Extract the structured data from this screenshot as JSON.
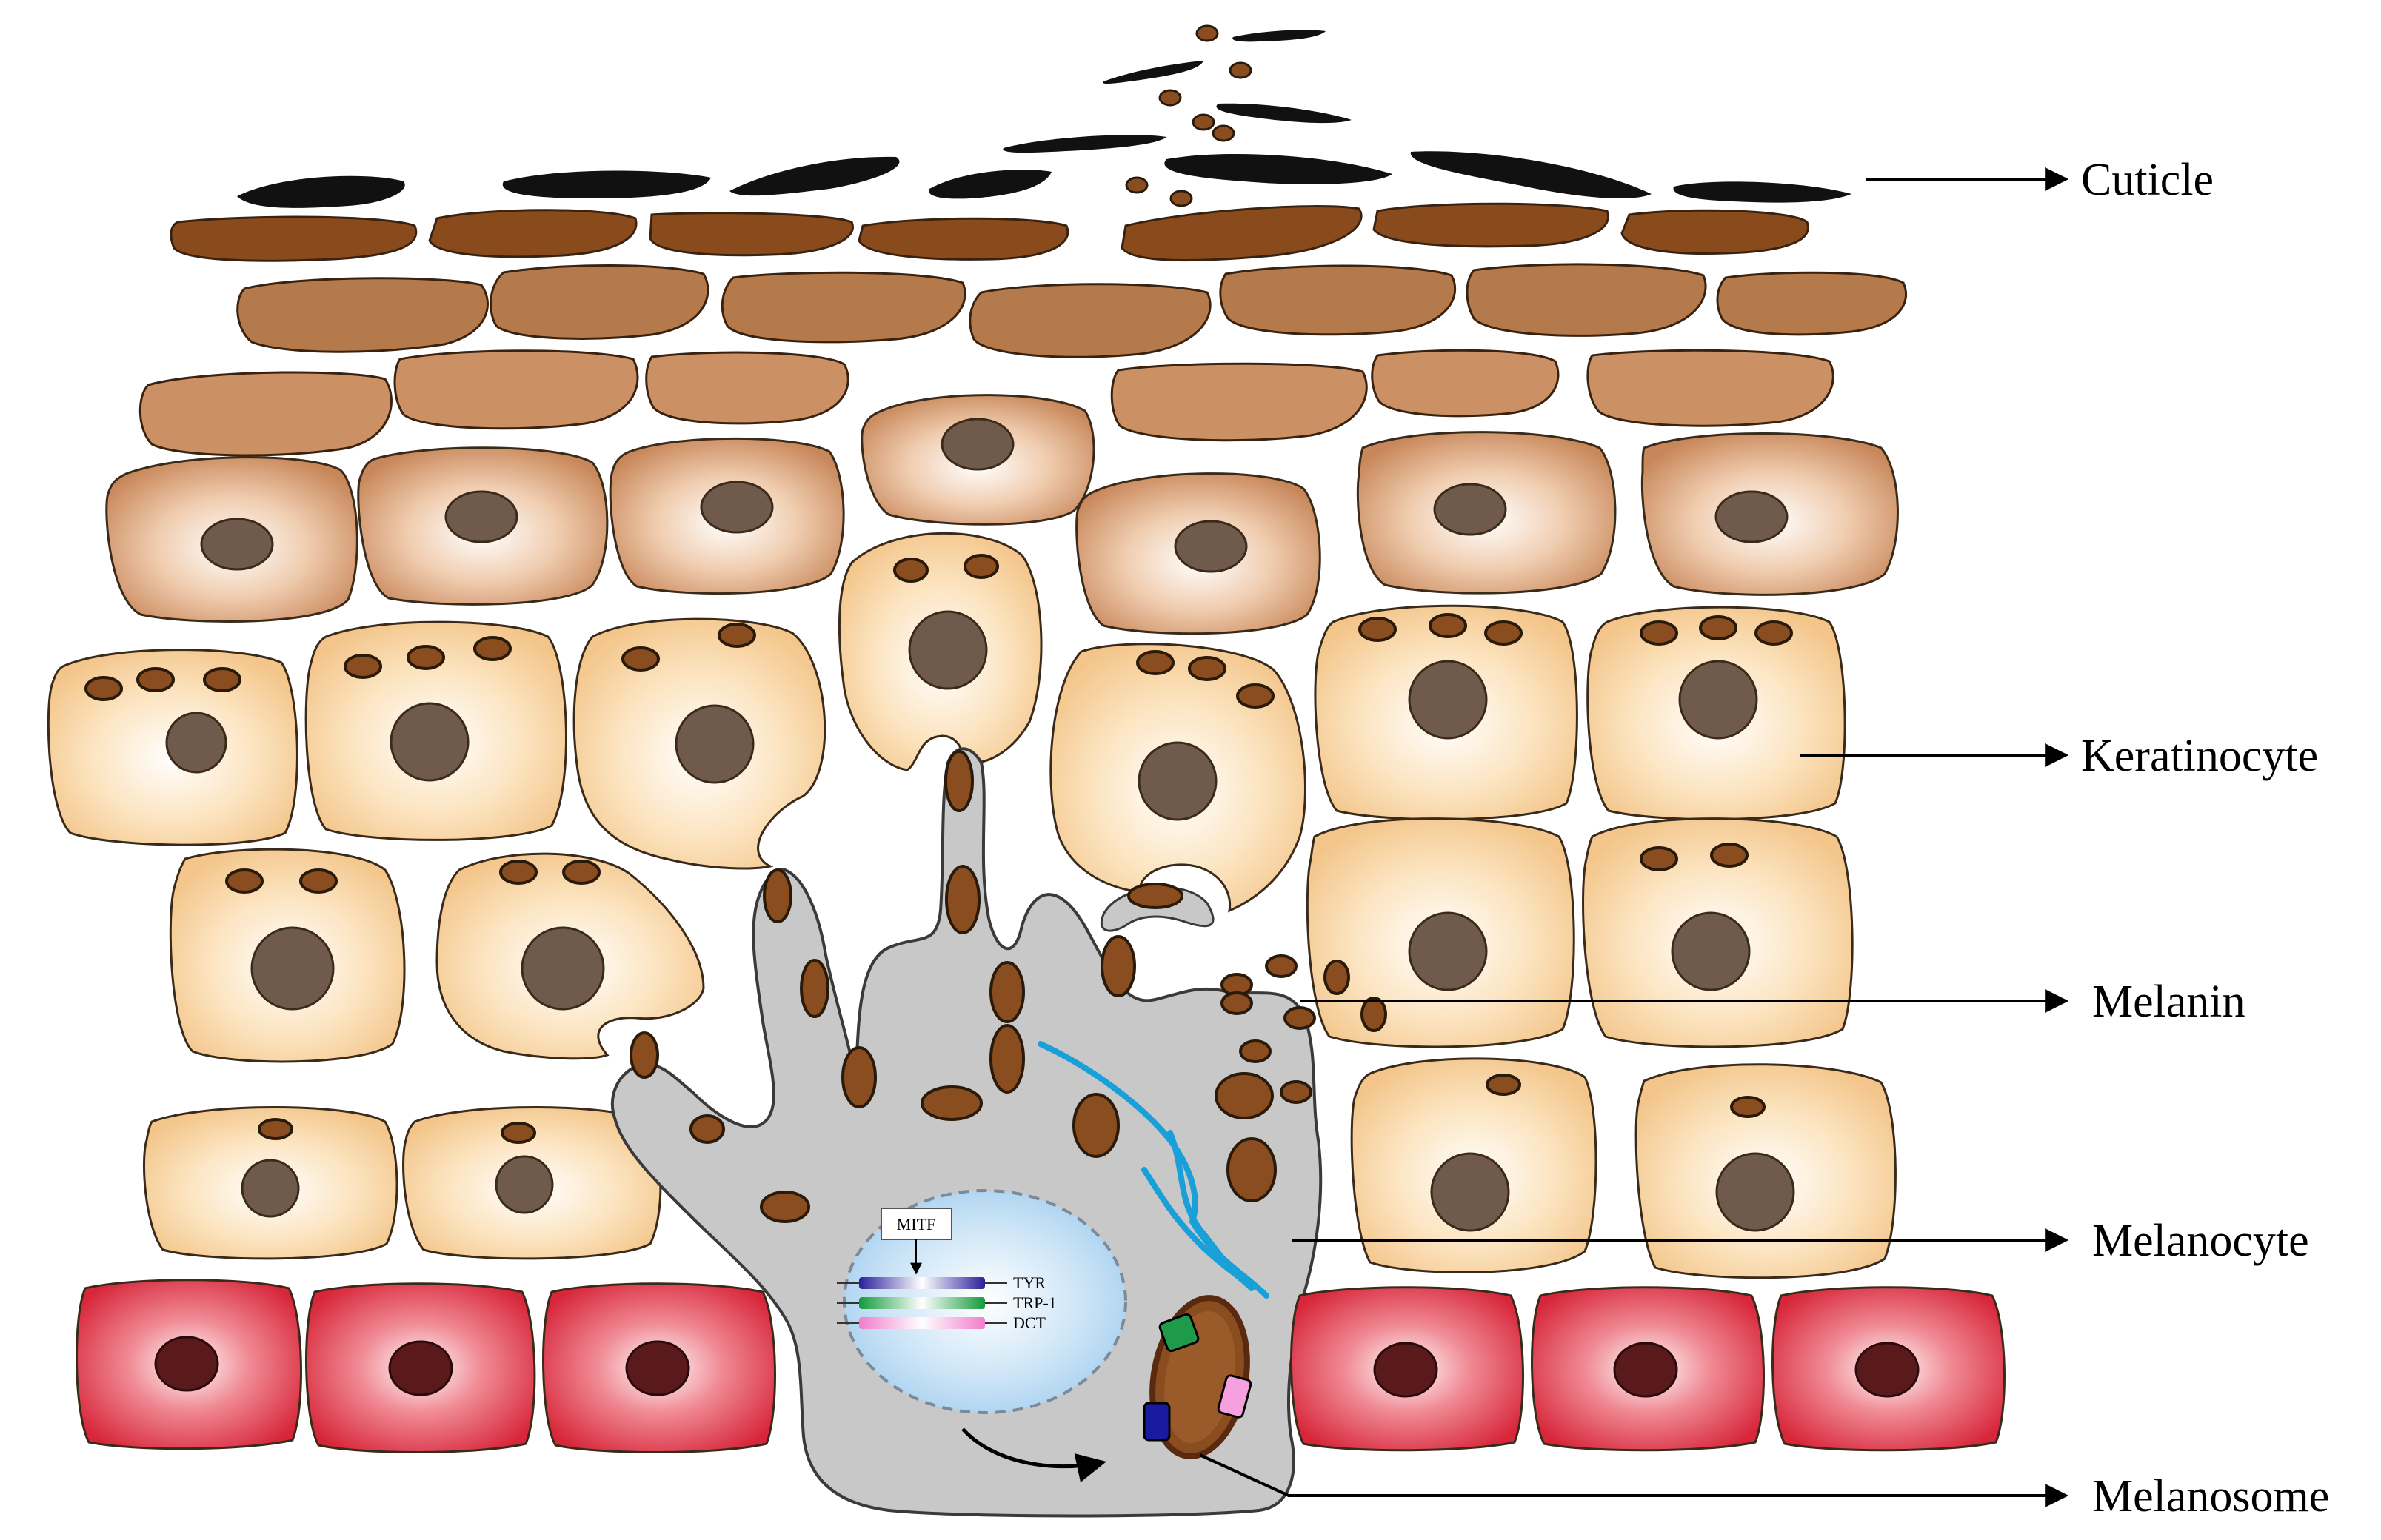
{
  "labels": {
    "cuticle": "Cuticle",
    "keratinocyte": "Keratinocyte",
    "melanin": "Melanin",
    "melanocyte": "Melanocyte",
    "melanosome": "Melanosome"
  },
  "nucleus_genes": {
    "regulator": "MITF",
    "genes": [
      "TYR",
      "TRP-1",
      "DCT"
    ],
    "gene_colors": [
      "#3b2fa8",
      "#22b24a",
      "#f49ad6"
    ]
  },
  "colors": {
    "cuticle": "#111111",
    "dark_brown_layer": "#8a4b1c",
    "mid_brown_layer": "#b87c4d",
    "light_brown_layer": "#cc9466",
    "keratinocyte": "#f6cf98",
    "melanocyte": "#c8c8c8",
    "basal_cells": "#d8323f",
    "melanin_granule": "#8a4d20",
    "microtubules": "#1aa0d8",
    "nucleus": "#705a4c"
  }
}
